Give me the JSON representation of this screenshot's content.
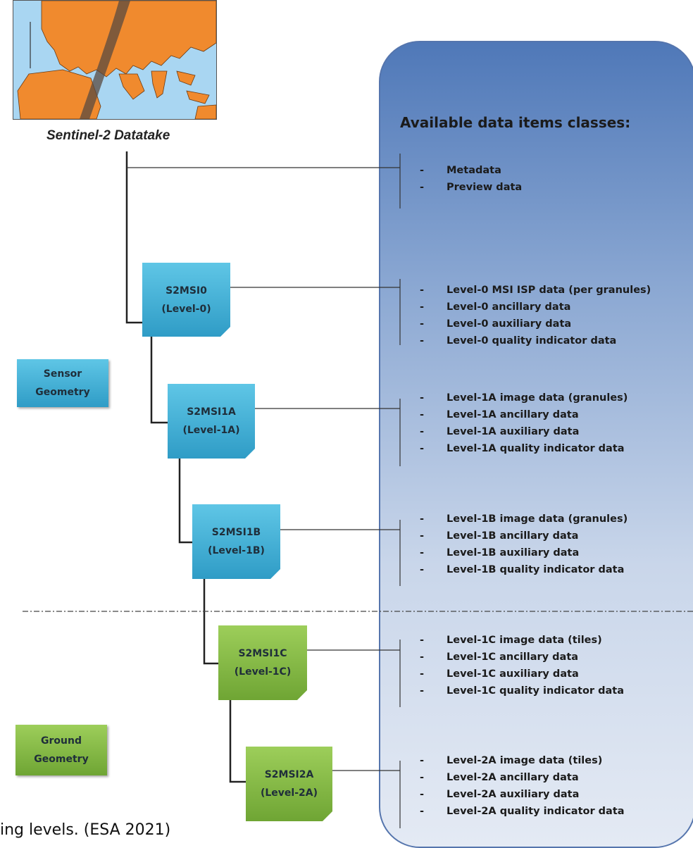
{
  "map": {
    "caption": "Sentinel-2 Datatake"
  },
  "panel": {
    "title": "Available data items classes:"
  },
  "groups": [
    {
      "items": [
        "Metadata",
        "Preview data"
      ]
    },
    {
      "items": [
        "Level-0 MSI ISP data (per granules)",
        "Level-0 ancillary data",
        "Level-0 auxiliary data",
        "Level-0 quality indicator data"
      ]
    },
    {
      "items": [
        "Level-1A image data (granules)",
        "Level-1A ancillary data",
        "Level-1A auxiliary data",
        "Level-1A quality indicator data"
      ]
    },
    {
      "items": [
        "Level-1B image data (granules)",
        "Level-1B ancillary data",
        "Level-1B auxiliary data",
        "Level-1B quality indicator data"
      ]
    },
    {
      "items": [
        "Level-1C image data (tiles)",
        "Level-1C ancillary data",
        "Level-1C auxiliary data",
        "Level-1C quality indicator data"
      ]
    },
    {
      "items": [
        "Level-2A image data (tiles)",
        "Level-2A ancillary data",
        "Level-2A auxiliary data",
        "Level-2A quality indicator data"
      ]
    }
  ],
  "products": [
    {
      "name": "S2MSI0",
      "level": "(Level-0)",
      "geometry": "sensor"
    },
    {
      "name": "S2MSI1A",
      "level": "(Level-1A)",
      "geometry": "sensor"
    },
    {
      "name": "S2MSI1B",
      "level": "(Level-1B)",
      "geometry": "sensor"
    },
    {
      "name": "S2MSI1C",
      "level": "(Level-1C)",
      "geometry": "ground"
    },
    {
      "name": "S2MSI2A",
      "level": "(Level-2A)",
      "geometry": "ground"
    }
  ],
  "geometry_labels": {
    "sensor": {
      "line1": "Sensor",
      "line2": "Geometry"
    },
    "ground": {
      "line1": "Ground",
      "line2": "Geometry"
    }
  },
  "bullet": "-",
  "caption": "ing levels. (ESA 2021)",
  "colors": {
    "sensor": "#3aa8d2",
    "ground": "#7db443",
    "panel_top": "#4f78b8",
    "panel_bottom": "#dfe6f2"
  }
}
